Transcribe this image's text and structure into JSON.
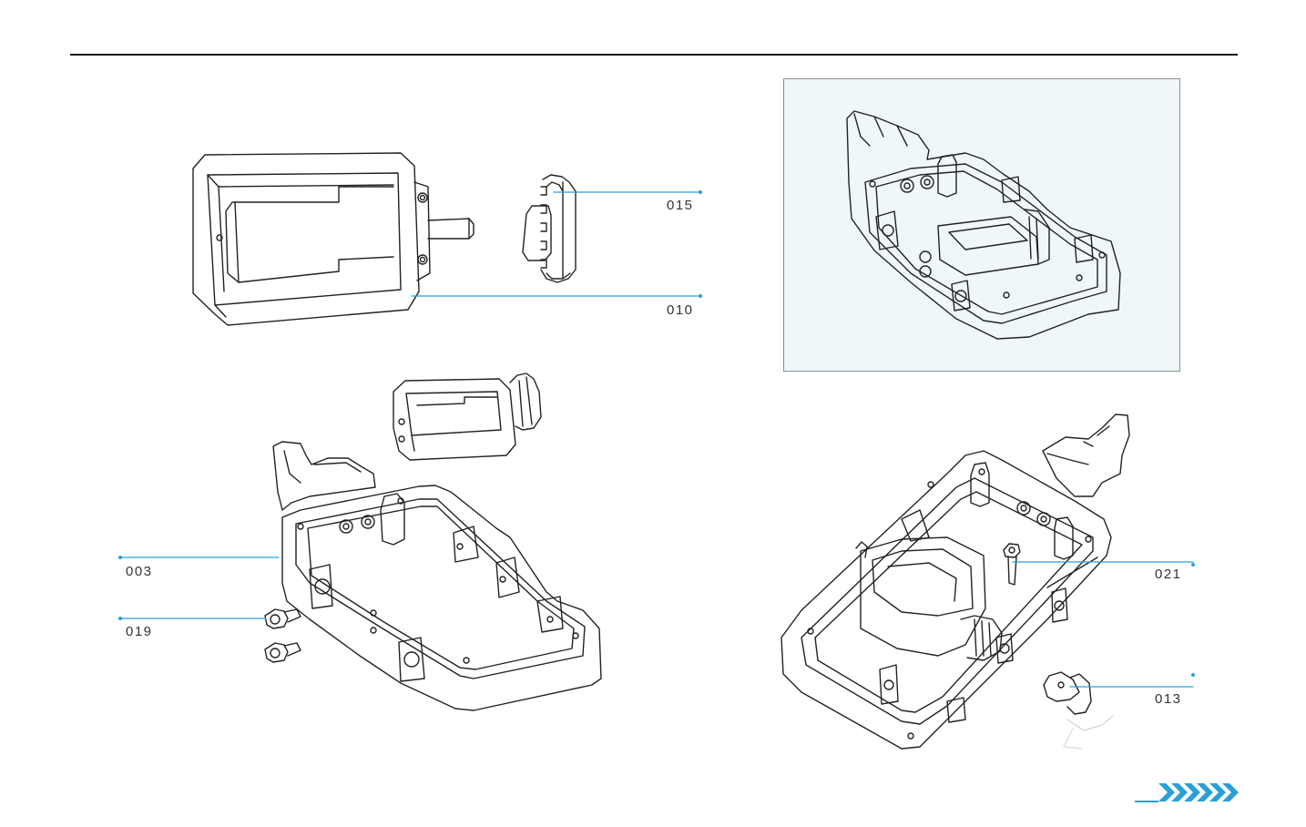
{
  "callouts": {
    "part_015": "015",
    "part_010": "010",
    "part_003": "003",
    "part_019": "019",
    "part_021": "021",
    "part_013": "013"
  },
  "colors": {
    "accent": "#2a9fd8",
    "line": "#222222",
    "result_bg": "#f0f7fb"
  },
  "icons": {
    "next_page": "double-chevron-right-icon"
  }
}
